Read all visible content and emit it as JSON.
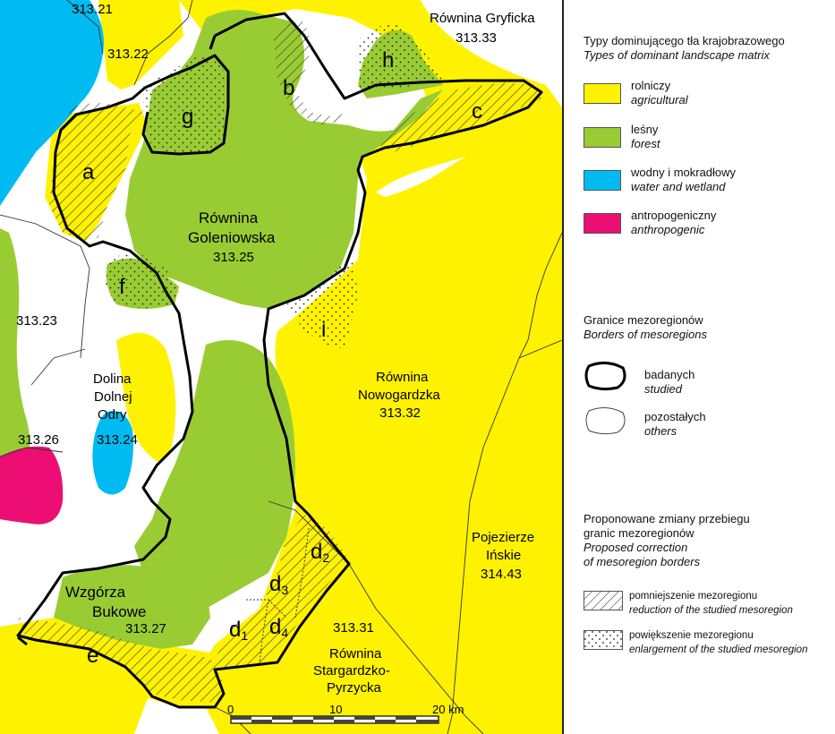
{
  "colors": {
    "agricultural": "#fff200",
    "forest": "#99cc33",
    "water": "#00bbf2",
    "anthropogenic": "#ec0e72",
    "border": "#000000"
  },
  "regions": {
    "r313_21": "313.21",
    "r313_22": "313.22",
    "r313_23": "313.23",
    "r313_26": "313.26",
    "r313_24": "313.24",
    "r313_33": "313.33",
    "gryficka": "Równina Gryficka",
    "goleniowska_1": "Równina",
    "goleniowska_2": "Goleniowska",
    "r313_25": "313.25",
    "nowogardzka_1": "Równina",
    "nowogardzka_2": "Nowogardzka",
    "r313_32": "313.32",
    "dolina_1": "Dolina",
    "dolina_2": "Dolnej",
    "dolina_3": "Odry",
    "inskie_1": "Pojezierze",
    "inskie_2": "Ińskie",
    "r314_43": "314.43",
    "bukowe_1": "Wzgórza",
    "bukowe_2": "Bukowe",
    "r313_27": "313.27",
    "r313_31": "313.31",
    "stargardzko_1": "Równina",
    "stargardzko_2": "Stargardzko-",
    "stargardzko_3": "Pyrzycka"
  },
  "areas": {
    "a": "a",
    "b": "b",
    "c": "c",
    "e": "e",
    "f": "f",
    "g": "g",
    "h": "h",
    "i": "i",
    "d": "d",
    "sub1": "1",
    "sub2": "2",
    "sub3": "3",
    "sub4": "4"
  },
  "scale": {
    "t0": "0",
    "t10": "10",
    "t20": "20 km"
  },
  "legend": {
    "matrix_title_pl": "Typy dominującego tła krajobrazowego",
    "matrix_title_en": "Types of dominant landscape matrix",
    "items": [
      {
        "pl": "rolniczy",
        "en": "agricultural"
      },
      {
        "pl": "leśny",
        "en": "forest"
      },
      {
        "pl": "wodny i mokradłowy",
        "en": "water and wetland"
      },
      {
        "pl": "antropogeniczny",
        "en": "anthropogenic"
      }
    ],
    "borders_title_pl": "Granice mezoregionów",
    "borders_title_en": "Borders of mesoregions",
    "studied_pl": "badanych",
    "studied_en": "studied",
    "others_pl": "pozostałych",
    "others_en": "others",
    "correction_1": "Proponowane zmiany przebiegu",
    "correction_2": "granic mezoregionów",
    "correction_3": "Proposed correction",
    "correction_4": "of mesoregion borders",
    "reduction_pl": "pomniejszenie mezoregionu",
    "reduction_en": "reduction of the studied mesoregion",
    "enlargement_pl": "powiększenie mezoregionu",
    "enlargement_en": "enlargement of the studied mesoregion"
  }
}
